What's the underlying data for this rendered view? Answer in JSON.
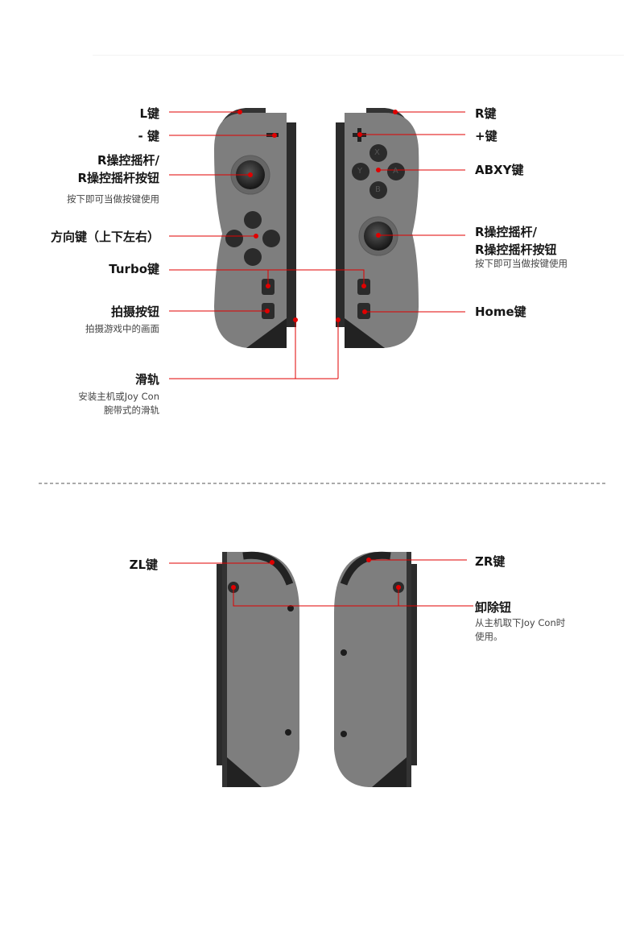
{
  "colors": {
    "accent": "#e00000",
    "shell": "#7d7d7d",
    "dark": "#2a2a2a"
  },
  "front": {
    "left_labels": {
      "l_key": "L键",
      "minus_key": "- 键",
      "stick_line1": "R操控摇杆/",
      "stick_line2": "R操控摇杆按钮",
      "stick_note": "按下即可当做按键使用",
      "dpad": "方向键（上下左右）",
      "turbo": "Turbo键",
      "capture": "拍摄按钮",
      "capture_note": "拍摄游戏中的画面",
      "rail": "滑轨",
      "rail_note_line1": "安装主机或Joy Con",
      "rail_note_line2": "腕带式的滑轨"
    },
    "right_labels": {
      "r_key": "R键",
      "plus_key": "+键",
      "abxy": "ABXY键",
      "stick_line1": "R操控摇杆/",
      "stick_line2": "R操控摇杆按钮",
      "stick_note": "按下即可当做按键使用",
      "home": "Home键"
    },
    "button_glyphs": {
      "x": "X",
      "y": "Y",
      "a": "A",
      "b": "B"
    }
  },
  "back": {
    "zl_key": "ZL键",
    "zr_key": "ZR键",
    "release": "卸除钮",
    "release_note_line1": "从主机取下Joy Con时",
    "release_note_line2": "使用。"
  }
}
